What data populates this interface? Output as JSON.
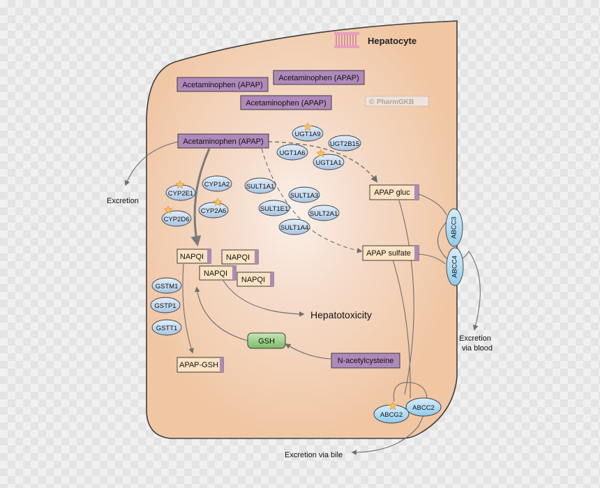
{
  "cell_label": "Hepatocyte",
  "watermark": "PharmGKB",
  "drugs": [
    {
      "label": "Acetaminophen (APAP)"
    },
    {
      "label": "Acetaminophen (APAP)"
    },
    {
      "label": "Acetaminophen (APAP)"
    },
    {
      "label": "Acetaminophen (APAP)"
    }
  ],
  "metabolites": {
    "apap_gluc": "APAP gluc",
    "apap_sulfate": "APAP sulfate",
    "napqi": [
      "NAPQI",
      "NAPQI",
      "NAPQI",
      "NAPQI"
    ],
    "apap_gsh": "APAP-GSH",
    "gsh": "GSH",
    "nac": "N-acetylcysteine"
  },
  "enzymes": {
    "ugt": [
      "UGT1A9",
      "UGT2B15",
      "UGT1A6",
      "UGT1A1"
    ],
    "sult": [
      "SULT1A1",
      "SULT1A3",
      "SULT1E1",
      "SULT2A1",
      "SULT1A4"
    ],
    "cyp": [
      "CYP1A2",
      "CYP2E1",
      "CYP2A6",
      "CYP2D6"
    ],
    "gst": [
      "GSTM1",
      "GSTP1",
      "GSTT1"
    ],
    "transporters": [
      "ABCC3",
      "ABCC4",
      "ABCG2",
      "ABCC2"
    ]
  },
  "outcomes": {
    "excretion": "Excretion",
    "hepatotoxicity": "Hepatotoxicity",
    "excretion_blood": [
      "Excretion",
      "via blood"
    ],
    "excretion_bile": "Excretion via bile"
  },
  "colors": {
    "cell_fill": "#f1c9a6",
    "cell_center": "#f9ece3",
    "cell_stroke": "#3d3d3d",
    "drug_fill": "#b089bb",
    "metabolite_fill": "#fbe3c4",
    "gsh_fill": "#8dc77b",
    "enzyme_fill": "#b9d2ea",
    "transporter_fill": "#9fd3ef",
    "arrow": "#6e6e6e",
    "membrane_pink": "#e79fc0"
  }
}
